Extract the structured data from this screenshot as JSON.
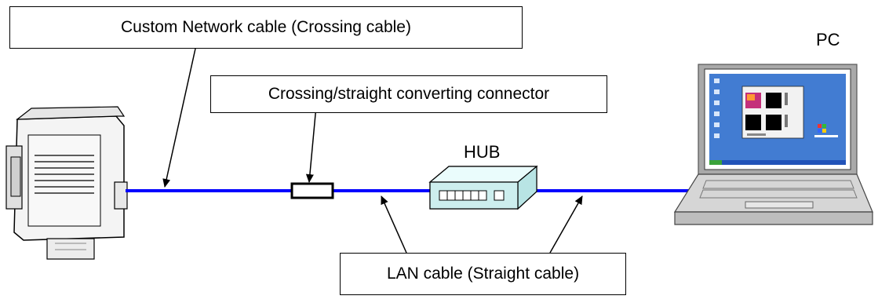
{
  "callouts": {
    "custom_network_cable": "Custom Network cable (Crossing cable)",
    "converting_connector": "Crossing/straight converting connector",
    "lan_cable": "LAN cable (Straight cable)"
  },
  "devices": {
    "pc_label": "PC",
    "hub_label": "HUB"
  },
  "colors": {
    "cable": "#0000ff",
    "lines": "#000000"
  },
  "icons": {
    "camera": "camera-icon",
    "hub": "hub-icon",
    "laptop": "laptop-icon",
    "connector": "connector-icon"
  }
}
